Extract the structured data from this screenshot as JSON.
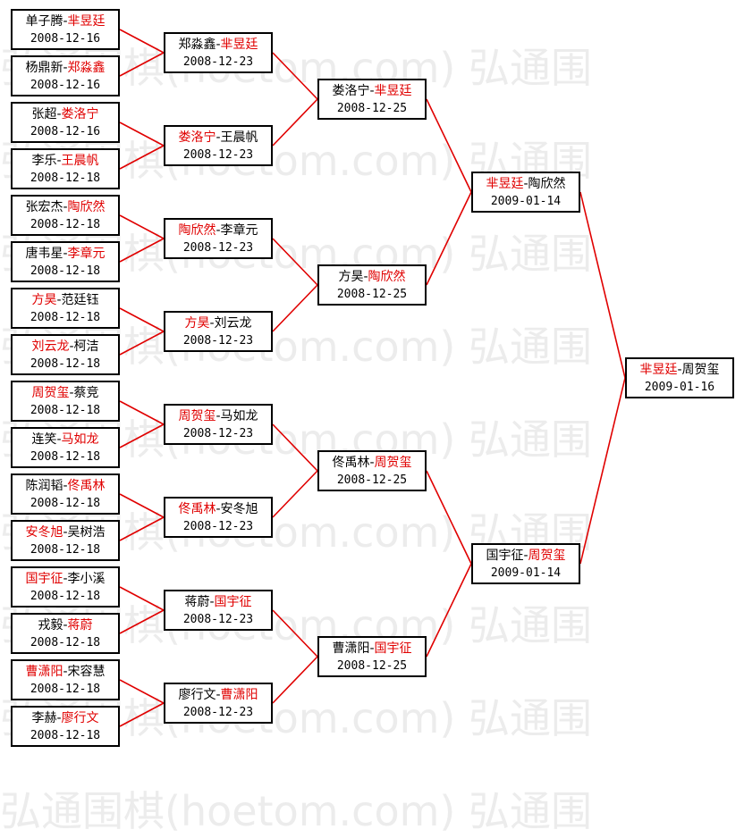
{
  "watermark": "弘通围棋(hoetom.com) 弘通围",
  "colors": {
    "winner": "#e00000",
    "line": "#e00000",
    "border": "#000000"
  },
  "rounds": [
    [
      {
        "p1": "单子腾",
        "p2": "芈昱廷",
        "winner": 2,
        "date": "2008-12-16"
      },
      {
        "p1": "杨鼎新",
        "p2": "郑淼鑫",
        "winner": 2,
        "date": "2008-12-16"
      },
      {
        "p1": "张超",
        "p2": "娄洛宁",
        "winner": 2,
        "date": "2008-12-16"
      },
      {
        "p1": "李乐",
        "p2": "王晨帆",
        "winner": 2,
        "date": "2008-12-18"
      },
      {
        "p1": "张宏杰",
        "p2": "陶欣然",
        "winner": 2,
        "date": "2008-12-18"
      },
      {
        "p1": "唐韦星",
        "p2": "李章元",
        "winner": 2,
        "date": "2008-12-18"
      },
      {
        "p1": "方昊",
        "p2": "范廷钰",
        "winner": 1,
        "date": "2008-12-18"
      },
      {
        "p1": "刘云龙",
        "p2": "柯洁",
        "winner": 1,
        "date": "2008-12-18"
      },
      {
        "p1": "周贺玺",
        "p2": "蔡竞",
        "winner": 1,
        "date": "2008-12-18"
      },
      {
        "p1": "连笑",
        "p2": "马如龙",
        "winner": 2,
        "date": "2008-12-18"
      },
      {
        "p1": "陈润韬",
        "p2": "佟禹林",
        "winner": 2,
        "date": "2008-12-18"
      },
      {
        "p1": "安冬旭",
        "p2": "吴树浩",
        "winner": 1,
        "date": "2008-12-18"
      },
      {
        "p1": "国宇征",
        "p2": "李小溪",
        "winner": 1,
        "date": "2008-12-18"
      },
      {
        "p1": "戎毅",
        "p2": "蒋蔚",
        "winner": 2,
        "date": "2008-12-18"
      },
      {
        "p1": "曹潇阳",
        "p2": "宋容慧",
        "winner": 1,
        "date": "2008-12-18"
      },
      {
        "p1": "李赫",
        "p2": "廖行文",
        "winner": 2,
        "date": "2008-12-18"
      }
    ],
    [
      {
        "p1": "郑淼鑫",
        "p2": "芈昱廷",
        "winner": 2,
        "date": "2008-12-23"
      },
      {
        "p1": "娄洛宁",
        "p2": "王晨帆",
        "winner": 1,
        "date": "2008-12-23"
      },
      {
        "p1": "陶欣然",
        "p2": "李章元",
        "winner": 1,
        "date": "2008-12-23"
      },
      {
        "p1": "方昊",
        "p2": "刘云龙",
        "winner": 1,
        "date": "2008-12-23"
      },
      {
        "p1": "周贺玺",
        "p2": "马如龙",
        "winner": 1,
        "date": "2008-12-23"
      },
      {
        "p1": "佟禹林",
        "p2": "安冬旭",
        "winner": 1,
        "date": "2008-12-23"
      },
      {
        "p1": "蒋蔚",
        "p2": "国宇征",
        "winner": 2,
        "date": "2008-12-23"
      },
      {
        "p1": "廖行文",
        "p2": "曹潇阳",
        "winner": 2,
        "date": "2008-12-23"
      }
    ],
    [
      {
        "p1": "娄洛宁",
        "p2": "芈昱廷",
        "winner": 2,
        "date": "2008-12-25"
      },
      {
        "p1": "方昊",
        "p2": "陶欣然",
        "winner": 2,
        "date": "2008-12-25"
      },
      {
        "p1": "佟禹林",
        "p2": "周贺玺",
        "winner": 2,
        "date": "2008-12-25"
      },
      {
        "p1": "曹潇阳",
        "p2": "国宇征",
        "winner": 2,
        "date": "2008-12-25"
      }
    ],
    [
      {
        "p1": "芈昱廷",
        "p2": "陶欣然",
        "winner": 1,
        "date": "2009-01-14"
      },
      {
        "p1": "国宇征",
        "p2": "周贺玺",
        "winner": 2,
        "date": "2009-01-14"
      }
    ],
    [
      {
        "p1": "芈昱廷",
        "p2": "周贺玺",
        "winner": 1,
        "date": "2009-01-16"
      }
    ]
  ]
}
